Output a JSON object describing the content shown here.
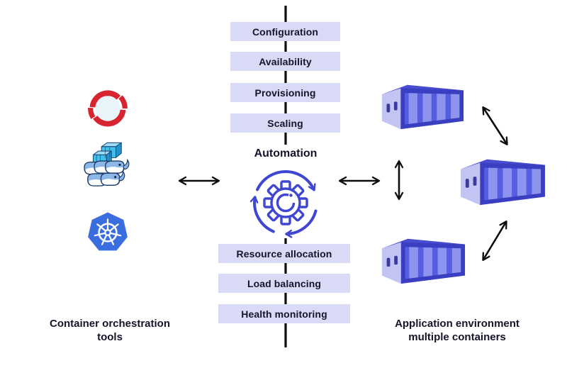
{
  "center": {
    "automation_label": "Automation",
    "automation_functions": [
      "Configuration",
      "Availability",
      "Provisioning",
      "Scaling"
    ],
    "management_functions": [
      "Resource allocation",
      "Load balancing",
      "Health monitoring"
    ]
  },
  "left": {
    "caption_line1": "Container orchestration",
    "caption_line2": "tools",
    "icons": [
      "openshift-icon",
      "docker-swarm-icon",
      "kubernetes-icon"
    ]
  },
  "right": {
    "caption_line1": "Application environment",
    "caption_line2": "multiple containers",
    "icons": [
      "container-box-icon",
      "container-box-icon",
      "container-box-icon"
    ]
  },
  "colors": {
    "function_box_bg": "#d9dbf6",
    "text": "#15152a",
    "gear_blue": "#4046d4",
    "container_blue": "#474cd1",
    "container_side_blue": "#3a3ec0",
    "container_light": "#c2c5f4",
    "kubernetes_blue": "#3a6edf",
    "openshift_red": "#d82330",
    "docker_whale_blue": "#8db6e8",
    "docker_container_cyan": "#41c0ec",
    "arrow": "#0d0d0d"
  }
}
